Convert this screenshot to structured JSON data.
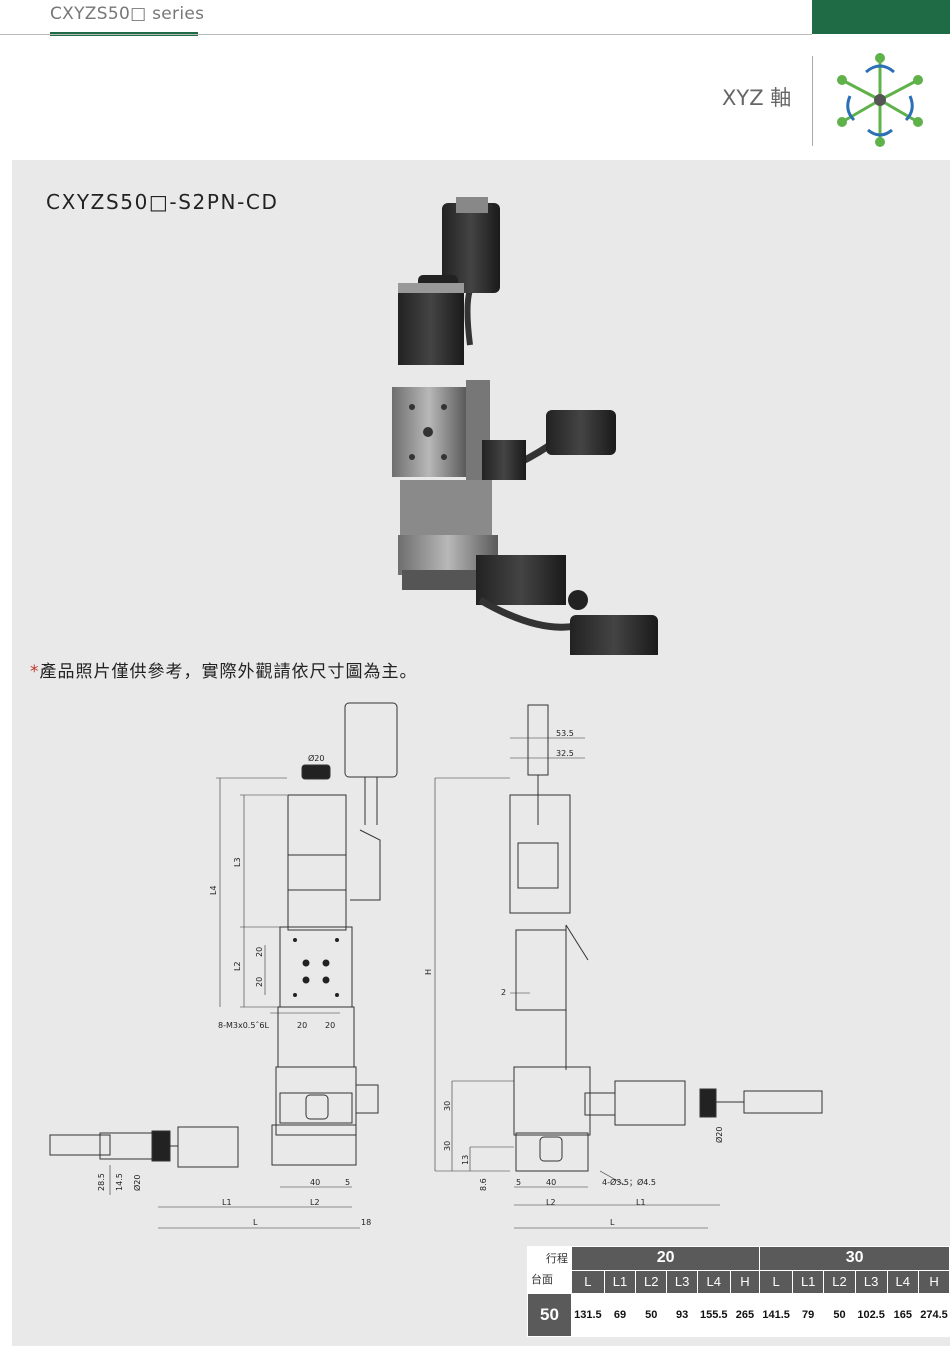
{
  "header": {
    "series": "CXYZS50□ series",
    "axis": "XYZ 軸"
  },
  "model": "CXYZS50□-S2PN-CD",
  "note": {
    "star": "*",
    "text": "產品照片僅供參考，實際外觀請依尺寸圖為主。"
  },
  "colors": {
    "brand_green": "#1f6b45",
    "panel_gray": "#e9e9e9",
    "header_gray": "#5a5a5a",
    "accent_red": "#c0392b"
  },
  "drawing_labels": {
    "phi20": "Ø20",
    "l3": "L3",
    "l4": "L4",
    "l2": "L2",
    "l1": "L1",
    "l": "L",
    "h": "H",
    "d20a": "20",
    "d20b": "20",
    "d20c": "20",
    "d20d": "20",
    "screws": "8-M3x0.5ˆ6L",
    "d40": "40",
    "d5": "5",
    "d18": "18",
    "d28_5": "28.5",
    "d14_5": "14.5",
    "d53_5": "53.5",
    "d32_5": "32.5",
    "d2": "2",
    "d30a": "30",
    "d30b": "30",
    "d13": "13",
    "d8_6": "8.6",
    "d5b": "5",
    "d40b": "40",
    "holes": "4-Ø3.5；Ø4.5",
    "phi20b": "Ø20"
  },
  "spec_table": {
    "corner_top": "行程",
    "corner_bottom": "台面",
    "strokes": [
      "20",
      "30"
    ],
    "columns": [
      "L",
      "L1",
      "L2",
      "L3",
      "L4",
      "H"
    ],
    "row_label": "50",
    "values_20": [
      "131.5",
      "69",
      "50",
      "93",
      "155.5",
      "265"
    ],
    "values_30": [
      "141.5",
      "79",
      "50",
      "102.5",
      "165",
      "274.5"
    ]
  }
}
